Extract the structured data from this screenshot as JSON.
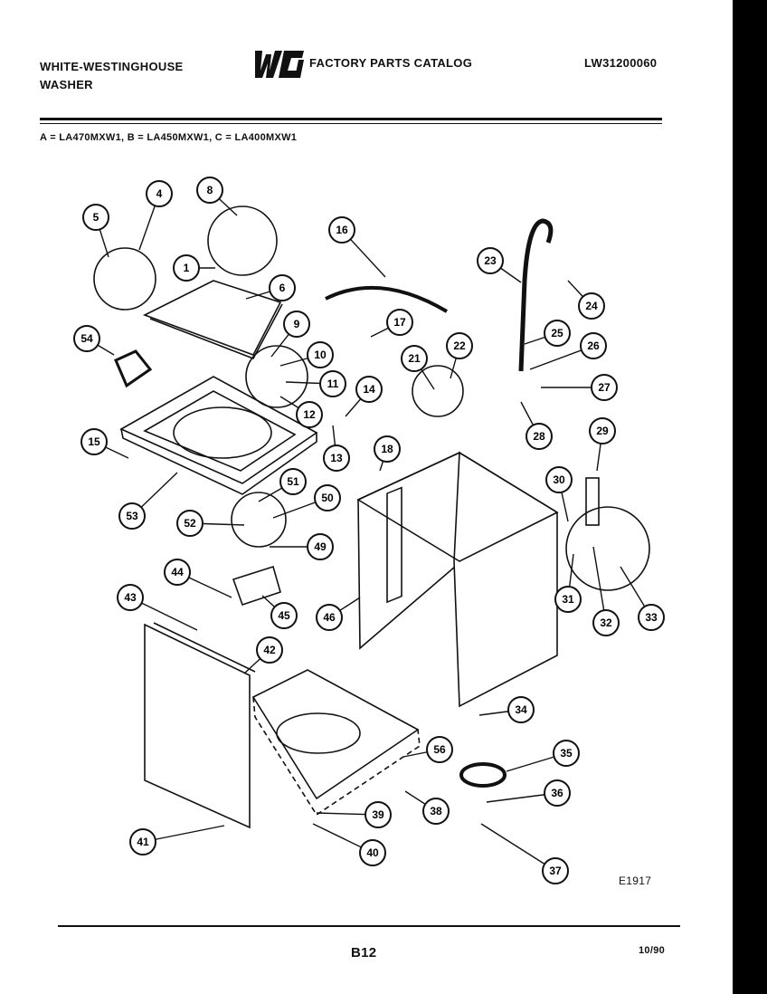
{
  "header": {
    "brand_line1": "WHITE-WESTINGHOUSE",
    "brand_line2": "WASHER",
    "logo_text": "WCI",
    "catalog_title": "FACTORY PARTS CATALOG",
    "document_number": "LW31200060",
    "model_key": "A = LA470MXW1, B = LA450MXW1, C = LA400MXW1"
  },
  "diagram": {
    "callouts": [
      "1",
      "4",
      "5",
      "6",
      "8",
      "9",
      "10",
      "11",
      "12",
      "13",
      "14",
      "15",
      "16",
      "17",
      "18",
      "21",
      "22",
      "23",
      "24",
      "25",
      "26",
      "27",
      "28",
      "29",
      "30",
      "31",
      "32",
      "33",
      "34",
      "35",
      "36",
      "37",
      "38",
      "39",
      "40",
      "41",
      "42",
      "43",
      "44",
      "45",
      "46",
      "49",
      "50",
      "51",
      "52",
      "53",
      "54",
      "56"
    ]
  },
  "footer": {
    "figure_code": "E1917",
    "page": "B12",
    "date": "10/90"
  }
}
